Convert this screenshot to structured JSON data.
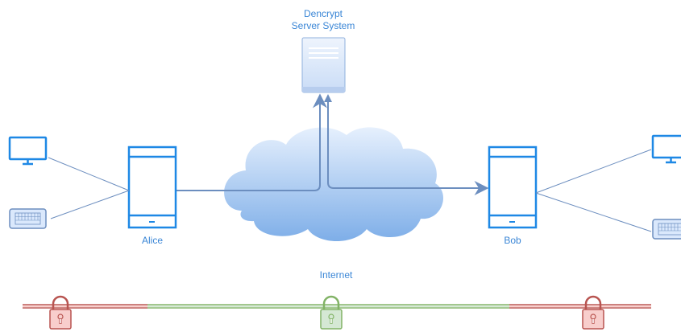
{
  "server": {
    "label_line1": "Dencrypt",
    "label_line2": "Server System",
    "icon": "server-icon"
  },
  "alice": {
    "label": "Alice",
    "icon": "mobile-phone-icon"
  },
  "bob": {
    "label": "Bob",
    "icon": "mobile-phone-icon"
  },
  "internet": {
    "label": "Internet",
    "icon": "cloud-icon"
  },
  "peripherals": {
    "left": [
      "monitor-icon",
      "keyboard-icon"
    ],
    "right": [
      "monitor-icon",
      "keyboard-icon"
    ]
  },
  "security_bar": {
    "segments": [
      "unencrypted",
      "encrypted",
      "unencrypted"
    ],
    "locks": [
      "padlock-icon",
      "padlock-icon",
      "padlock-icon"
    ]
  },
  "colors": {
    "device_blue": "#1e88e5",
    "arrow": "#6c8ebf",
    "cloud_top": "#dae8fc",
    "cloud_bottom": "#7ea6e0",
    "red_line": "#b85450",
    "red_fill": "#f8cecc",
    "green_line": "#82b366",
    "green_fill": "#d5e8d4"
  }
}
